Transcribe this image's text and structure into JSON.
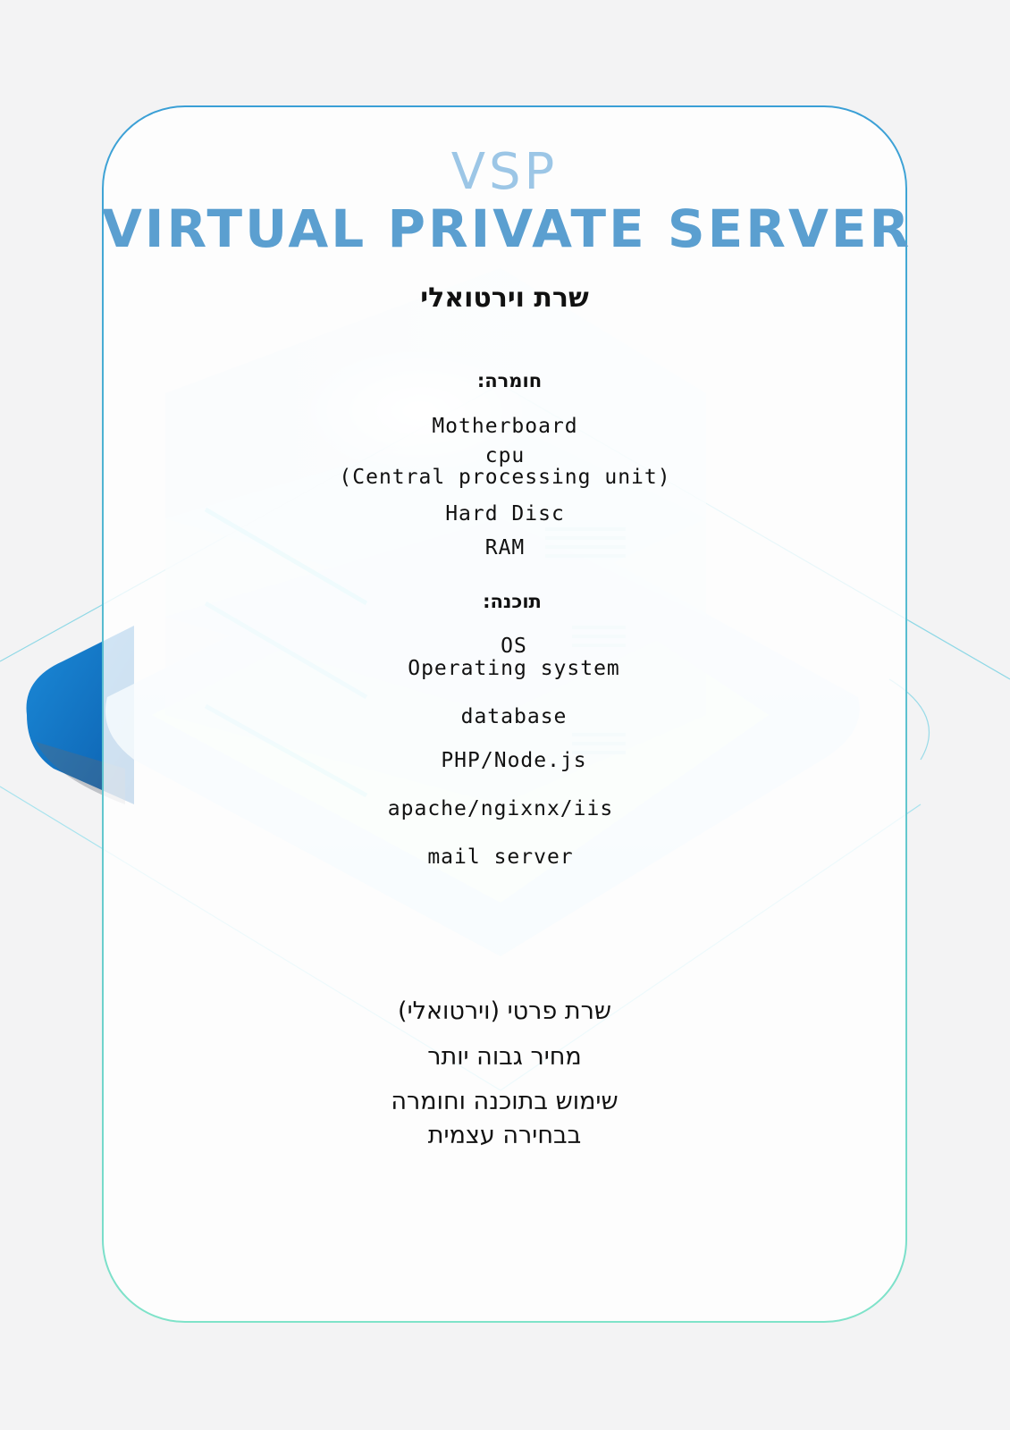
{
  "title": {
    "abbreviation": "VSP",
    "full": "VIRTUAL PRIVATE SERVER"
  },
  "subtitle": "שרת וירטואלי",
  "hardware": {
    "heading": "חומרה:",
    "items": [
      "Motherboard",
      "cpu",
      "(Central processing unit)",
      "Hard Disc",
      "RAM"
    ]
  },
  "software": {
    "heading": "תוכנה:",
    "items": [
      "OS",
      "Operating system",
      "database",
      "PHP/Node.js",
      "apache/ngixnx/iis",
      "mail server"
    ]
  },
  "features": {
    "line1": "שרת פרטי (וירטואלי)",
    "line2": "מחיר גבוה יותר",
    "line3a": "שימוש בתוכנה וחומרה",
    "line3b": "בבחירה עצמית"
  },
  "colors": {
    "title_light": "#9cc6e6",
    "title_main": "#5b9fd0",
    "card_border_top": "#3a9fd6",
    "card_border_bottom": "#7fe3c9",
    "accent_blue": "#1a7fd0"
  }
}
